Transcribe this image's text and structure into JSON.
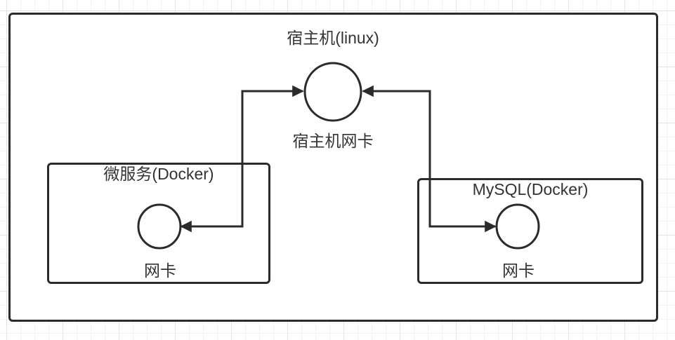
{
  "diagram": {
    "host": {
      "title": "宿主机(linux)",
      "nic_label": "宿主机网卡"
    },
    "microservice": {
      "title": "微服务(Docker)",
      "nic_label": "网卡"
    },
    "mysql": {
      "title": "MySQL(Docker)",
      "nic_label": "网卡"
    },
    "edges": [
      {
        "from": "host-nic",
        "to": "microservice-nic",
        "bidirectional": true
      },
      {
        "from": "host-nic",
        "to": "mysql-nic",
        "bidirectional": true
      }
    ],
    "colors": {
      "stroke": "#2b2b2b",
      "text": "#333333",
      "background": "#ffffff",
      "grid": "#e4e4e4"
    }
  }
}
